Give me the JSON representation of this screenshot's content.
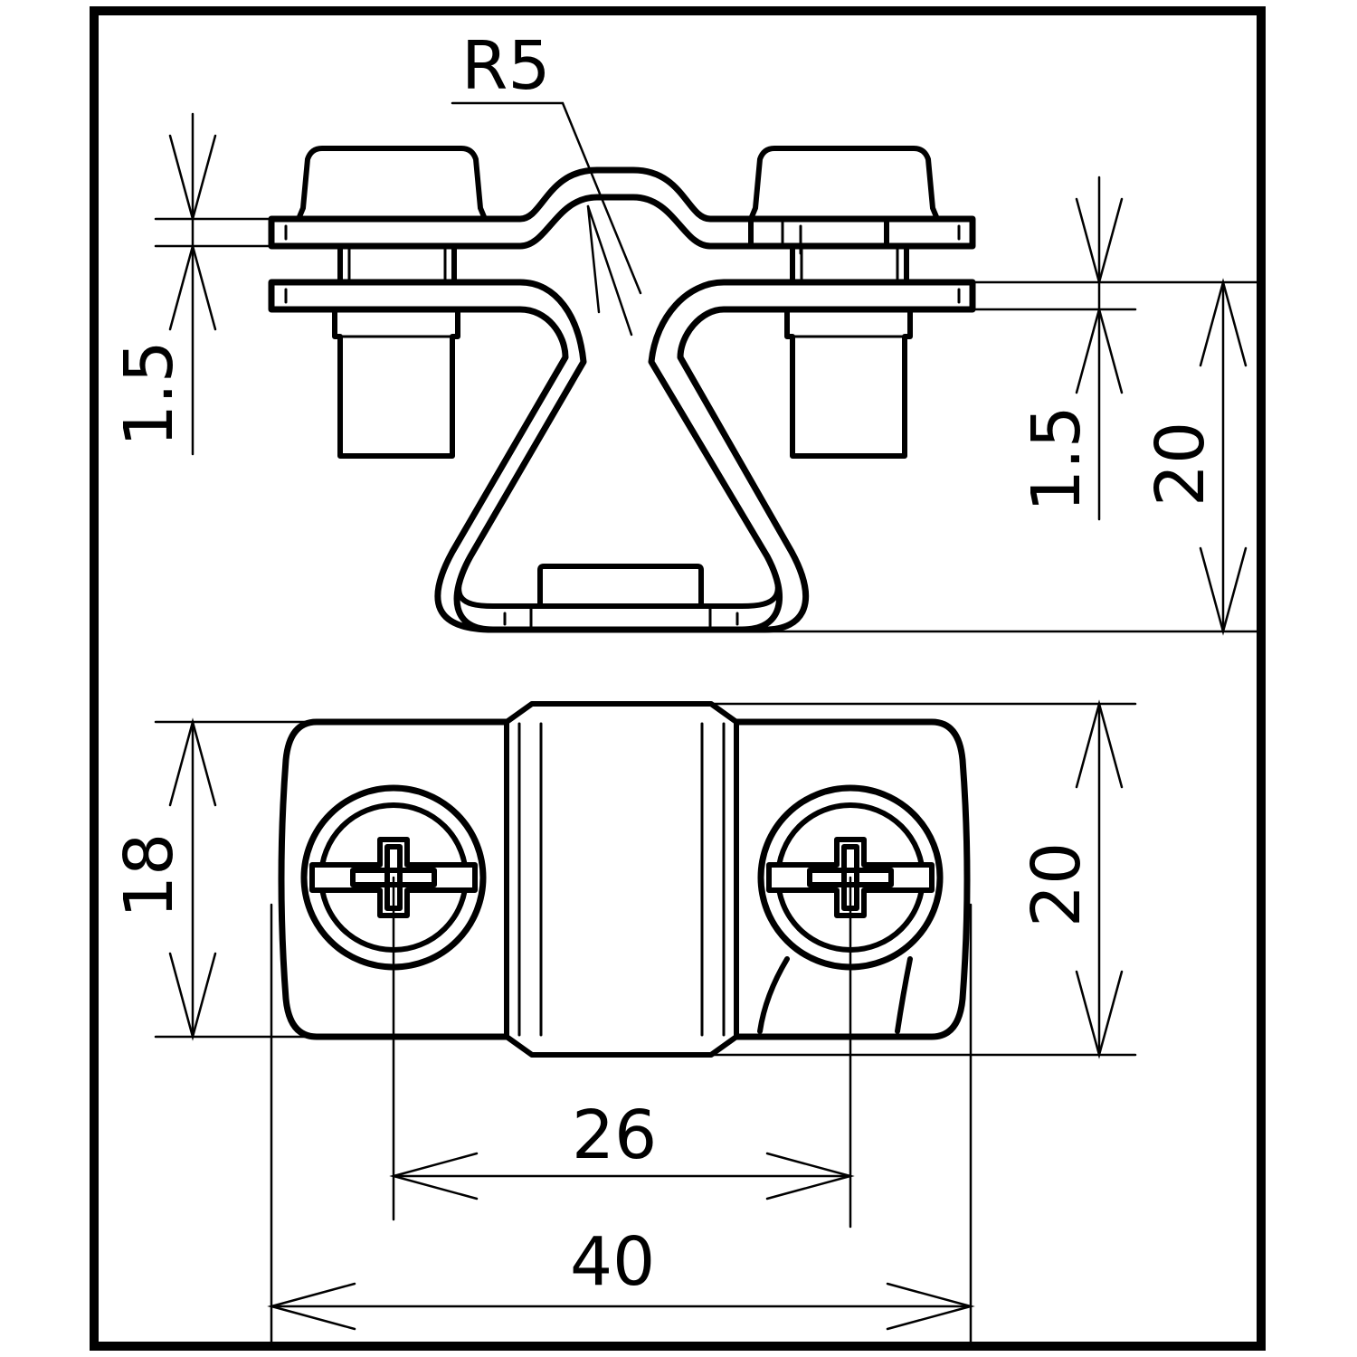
{
  "diagram": {
    "side_view": {
      "radius_label": "R5",
      "thickness_upper_label": "1.5",
      "thickness_lower_label": "1.5",
      "height_label": "20"
    },
    "top_view": {
      "width_label": "18",
      "width_overall_label": "20",
      "screw_spacing_label": "26",
      "length_label": "40"
    }
  }
}
